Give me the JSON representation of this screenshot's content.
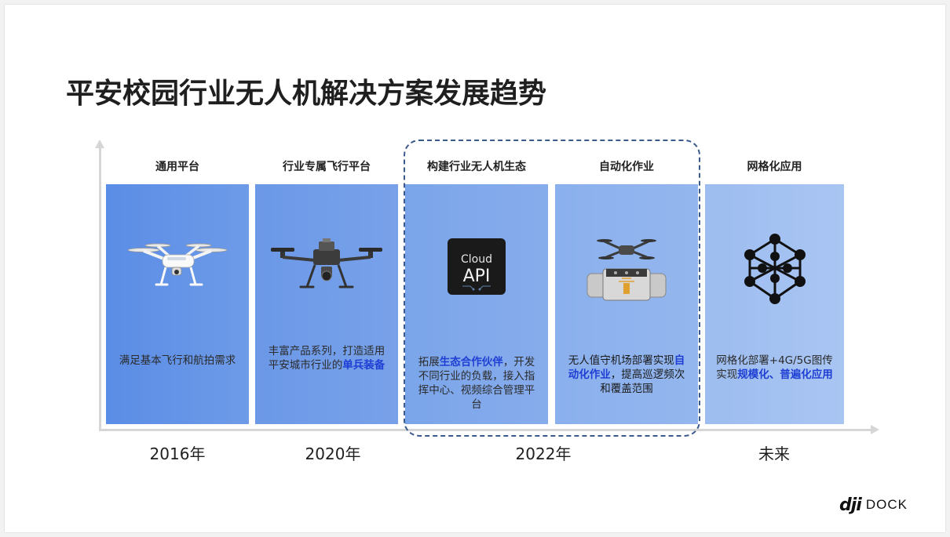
{
  "slide": {
    "title": "平安校园行业无人机解决方案发展趋势"
  },
  "stages": [
    {
      "title": "通用平台",
      "icon": "consumer-drone-icon",
      "text_parts": [
        {
          "t": "满足基本飞行和航拍需求",
          "hl": false
        }
      ]
    },
    {
      "title": "行业专属飞行平台",
      "icon": "industrial-drone-icon",
      "text_parts": [
        {
          "t": "丰富产品系列，打造适用平安城市行业的",
          "hl": false
        },
        {
          "t": "单兵装备",
          "hl": true
        }
      ]
    },
    {
      "title": "构建行业无人机生态",
      "icon": "cloud-api-icon",
      "icon_label_top": "Cloud",
      "icon_label_bottom": "API",
      "text_parts": [
        {
          "t": "拓展",
          "hl": false
        },
        {
          "t": "生态合作伙伴",
          "hl": true
        },
        {
          "t": "，开发不同行业的负载，接入指挥中心、视频综合管理平台",
          "hl": false
        }
      ]
    },
    {
      "title": "自动化作业",
      "icon": "drone-dock-icon",
      "text_parts": [
        {
          "t": "无人值守机场部署实现",
          "hl": false
        },
        {
          "t": "自动化作业",
          "hl": true
        },
        {
          "t": "，提高巡逻频次和覆盖范围",
          "hl": false
        }
      ]
    },
    {
      "title": "网格化应用",
      "icon": "network-grid-icon",
      "text_parts": [
        {
          "t": "网格化部署+4G/5G图传实现",
          "hl": false
        },
        {
          "t": "规模化、普遍化应用",
          "hl": true
        }
      ]
    }
  ],
  "years": [
    "2016年",
    "2020年",
    "2022年",
    "未来"
  ],
  "colors": {
    "panel_1": "#5b8fe6",
    "panel_2": "#6d9ae6",
    "panel_3": "#7ea7eb",
    "panel_4": "#8eb2ee",
    "panel_5": "#a3c1f2",
    "highlight": "#1f3fd4",
    "dashed_border": "#3a5a8c"
  },
  "logo": {
    "mark": "dji",
    "text": "DOCK"
  }
}
